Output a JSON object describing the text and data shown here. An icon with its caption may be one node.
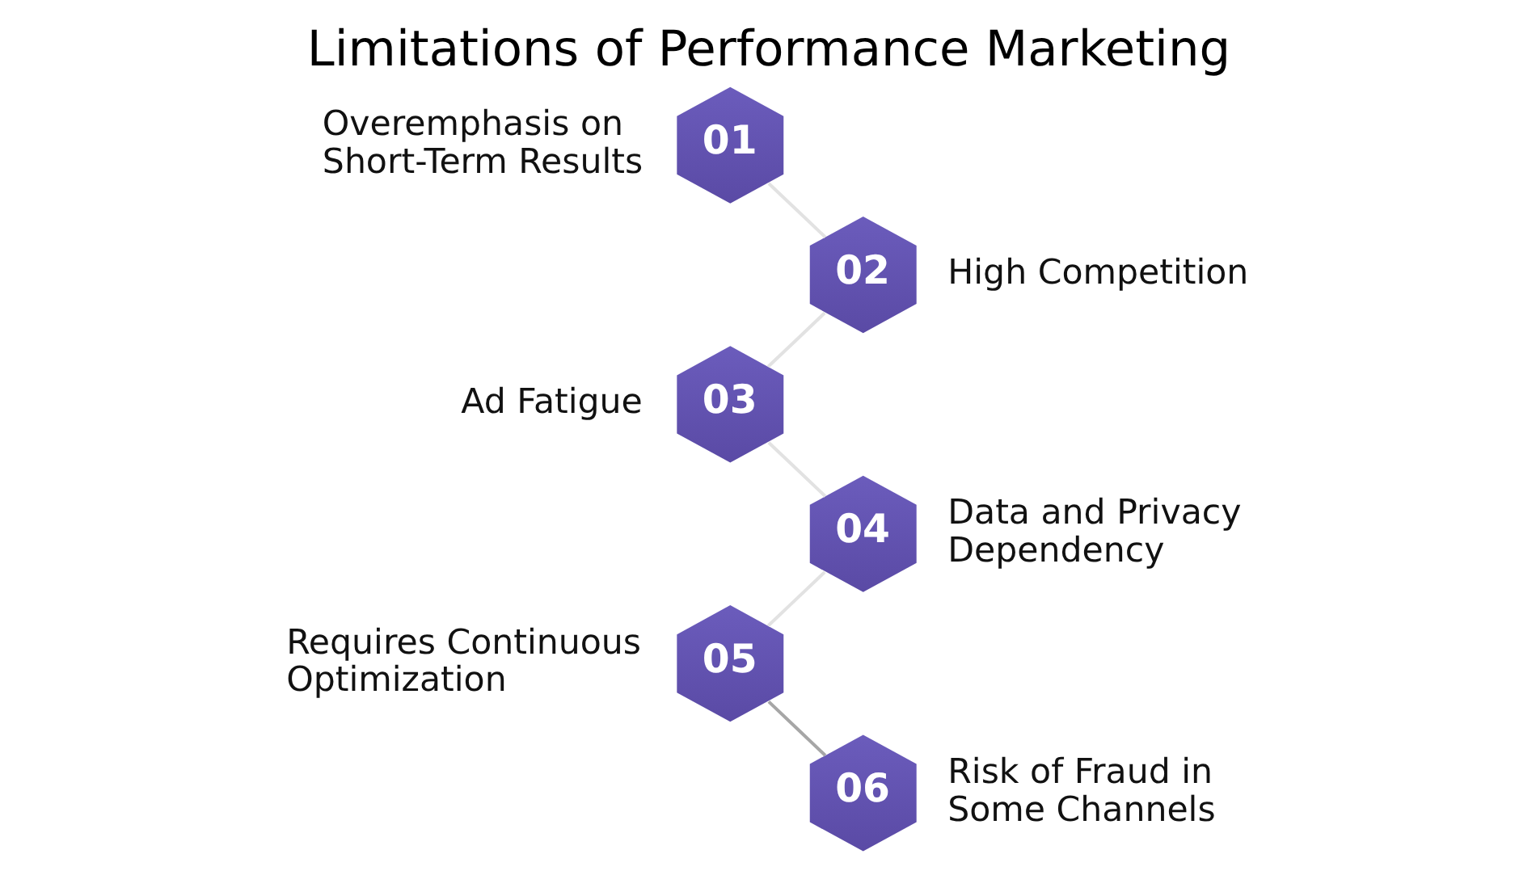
{
  "diagram": {
    "title": "Limitations of Performance Marketing",
    "nodes": [
      {
        "text": [
          "01"
        ],
        "beside": [
          "Overemphasis on Short-Term Results"
        ]
      },
      {
        "text": [
          "02"
        ],
        "beside": [
          "High Competition"
        ]
      },
      {
        "text": [
          "03"
        ],
        "beside": [
          "Ad Fatigue"
        ]
      },
      {
        "text": [
          "04"
        ],
        "beside": [
          "Data and Privacy Dependency"
        ]
      },
      {
        "text": [
          "05"
        ],
        "beside": [
          "Requires Continuous Optimization"
        ]
      },
      {
        "text": [
          "06"
        ],
        "beside": [
          "Risk of Fraud in Some Channels"
        ]
      }
    ],
    "edges": [
      {
        "from": 0,
        "to": 1,
        "arrow": "none"
      },
      {
        "from": 1,
        "to": 2,
        "arrow": "none"
      },
      {
        "from": 2,
        "to": 3,
        "arrow": "none"
      },
      {
        "from": 3,
        "to": 4,
        "arrow": "none"
      },
      {
        "from": 4,
        "to": 5,
        "arrow": "none",
        "color": "#a6a6a6"
      }
    ]
  }
}
